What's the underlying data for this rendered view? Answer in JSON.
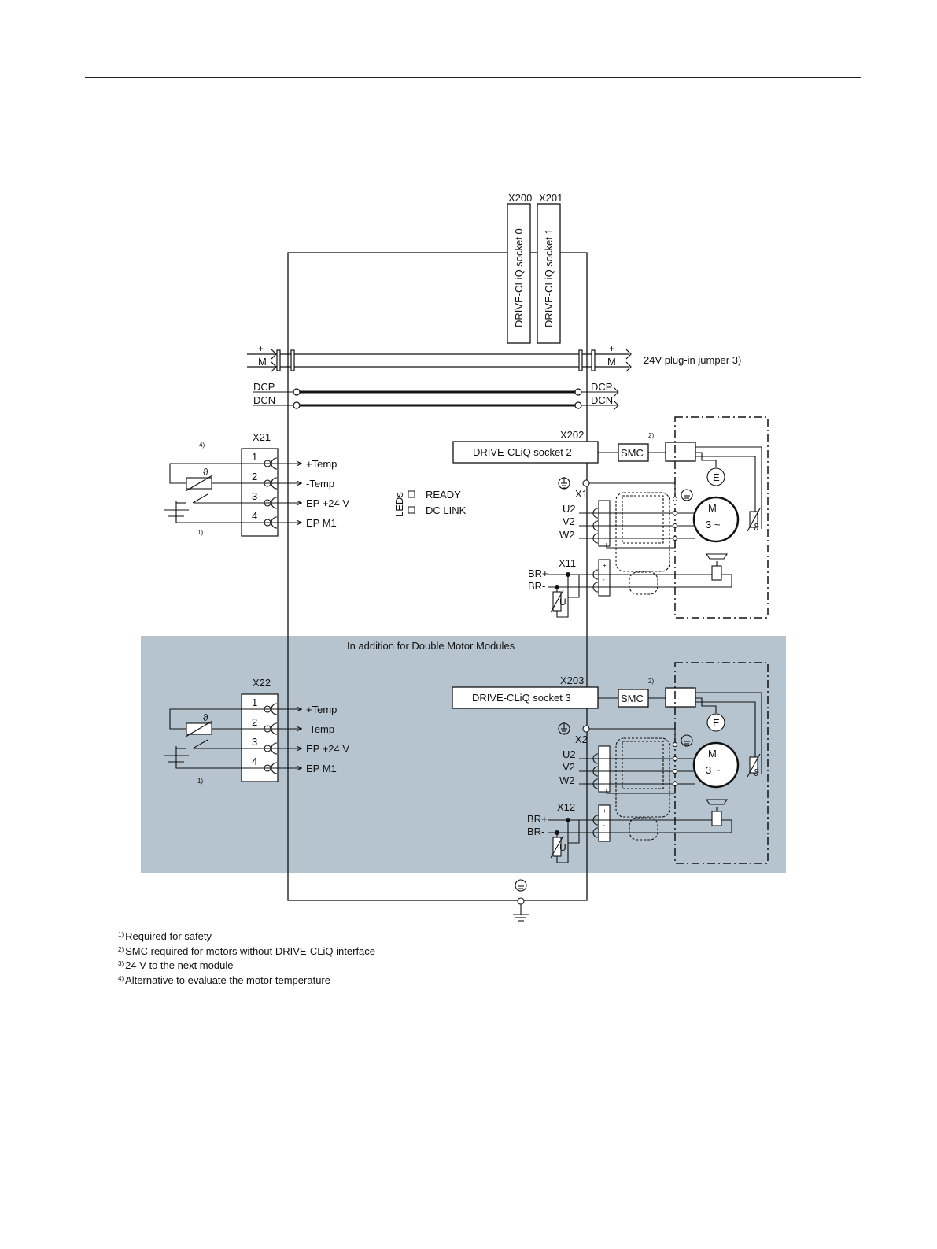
{
  "connectors": {
    "x200": "X200",
    "x201": "X201",
    "x21": "X21",
    "x22": "X22",
    "x202": "X202",
    "x203": "X203",
    "x1": "X1",
    "x2": "X2",
    "x11": "X11",
    "x12": "X12"
  },
  "sockets": {
    "socket0": "DRIVE-CLiQ socket 0",
    "socket1": "DRIVE-CLiQ socket 1",
    "socket2": "DRIVE-CLiQ socket 2",
    "socket3": "DRIVE-CLiQ socket 3"
  },
  "bus": {
    "plus": "+",
    "m": "M",
    "dcp": "DCP",
    "dcn": "DCN",
    "jumper": "24V plug-in jumper 3)"
  },
  "terminals": {
    "pin1": "1",
    "pin2": "2",
    "pin3": "3",
    "pin4": "4",
    "temp_plus": "+Temp",
    "temp_minus": "-Temp",
    "ep24": "EP +24 V",
    "epm1": "EP M1",
    "theta": "ϑ"
  },
  "leds": {
    "title": "LEDs",
    "ready": "READY",
    "dclink": "DC LINK"
  },
  "motor": {
    "smc": "SMC",
    "e": "E",
    "m": "M",
    "three_phase": "3 ~",
    "u2": "U2",
    "v2": "V2",
    "w2": "W2",
    "br_plus": "BR+",
    "br_minus": "BR-",
    "u": "U",
    "plus": "+",
    "minus": "-"
  },
  "refs": {
    "r1": "1)",
    "r2": "2)",
    "r4": "4)"
  },
  "section_title": "In addition for Double Motor Modules",
  "footnotes": [
    {
      "num": "1)",
      "text": "Required for safety"
    },
    {
      "num": "2)",
      "text": "SMC required for motors without DRIVE-CLiQ interface"
    },
    {
      "num": "3)",
      "text": "24 V to the next module"
    },
    {
      "num": "4)",
      "text": "Alternative to evaluate the motor temperature"
    }
  ],
  "colors": {
    "shade": "#b5c4ce",
    "line": "#111111"
  }
}
